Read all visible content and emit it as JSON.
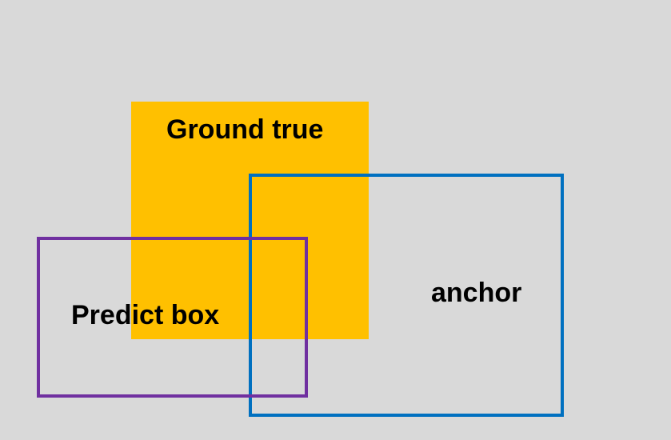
{
  "diagram": {
    "background_color": "#d9d9d9",
    "ground_truth": {
      "label": "Ground true",
      "color": "#ffc000"
    },
    "anchor": {
      "label": "anchor",
      "color": "#0070c0"
    },
    "predict_box": {
      "label": "Predict box",
      "color": "#7030a0"
    }
  }
}
